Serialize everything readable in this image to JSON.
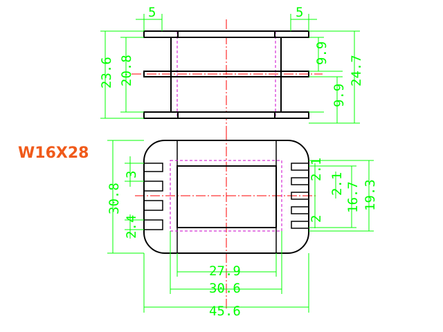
{
  "title": "W16X28",
  "dimensions": {
    "top_left_width": "5",
    "top_right_width": "5",
    "top_height_outer": "23.6",
    "top_height_inner": "20.8",
    "top_upper_gap": "9.9",
    "top_lower_gap": "9.9",
    "top_total_height": "24.7",
    "bottom_height": "30.8",
    "bottom_pitch_top": "3",
    "bottom_pin_width": "2.4",
    "bottom_r_pitch_1": "2.1",
    "bottom_r_pitch_2": "2.1",
    "bottom_r_pitch_3": "2",
    "bottom_inner_height": "16.7",
    "bottom_outer_height": "19.3",
    "bottom_inner_width": "27.9",
    "bottom_mid_width": "30.6",
    "bottom_total_width": "45.6"
  },
  "colors": {
    "outline": "#000000",
    "dimension": "#00ff00",
    "hidden_line": "#cc00cc",
    "center_line": "#ff0000",
    "title": "#f05a1a"
  }
}
